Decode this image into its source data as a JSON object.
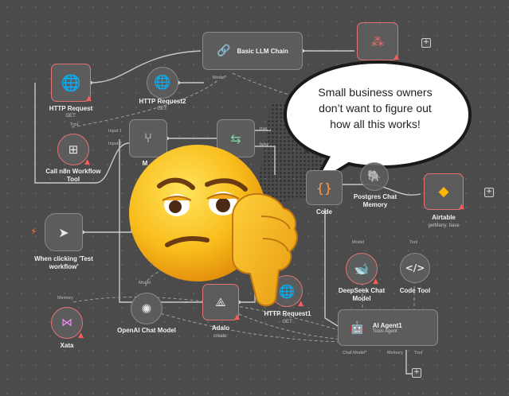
{
  "nodes": {
    "http_request": {
      "title": "HTTP Request",
      "sub": "GET:"
    },
    "http_request2": {
      "title": "HTTP Request2",
      "sub": "GET:"
    },
    "basic_llm_chain": {
      "title": "Basic LLM Chain",
      "port": "Model*"
    },
    "call_n8n": {
      "title": "Call n8n Workflow",
      "title2": "Tool",
      "port": "Tool"
    },
    "when_clicking": {
      "title": "When clicking 'Test",
      "title2": "workflow'"
    },
    "postgres": {
      "title": "Postgres Chat",
      "title2": "Memory"
    },
    "code": {
      "title": "Code"
    },
    "airtable": {
      "title": "Airtable",
      "sub": "getMany: base"
    },
    "deepseek": {
      "title": "DeepSeek Chat",
      "title2": "Model",
      "port": "Model"
    },
    "code_tool": {
      "title": "Code Tool",
      "port": "Tool"
    },
    "openai": {
      "title": "OpenAI Chat Model",
      "port": "Model"
    },
    "adalo": {
      "title": "Adalo",
      "sub": "create:"
    },
    "http_request1": {
      "title": "HTTP Request1",
      "sub": "GET:"
    },
    "xata": {
      "title": "Xata",
      "port": "Memory"
    },
    "ai_agent": {
      "title": "AI Agent1",
      "sub": "Tools Agent",
      "ports": [
        "Chat Model*",
        "Memory",
        "Tool"
      ]
    },
    "merge": {
      "port1": "Input 1",
      "port2": "Input 2",
      "title": "M"
    },
    "if": {
      "true": "true",
      "false": "false"
    }
  },
  "bubble": {
    "text": "Small business owners don’t want to figure out how all this works!"
  },
  "colors": {
    "accent_red": "#e57373",
    "bubble": "#ffffff",
    "emoji": "#f7b21b"
  }
}
